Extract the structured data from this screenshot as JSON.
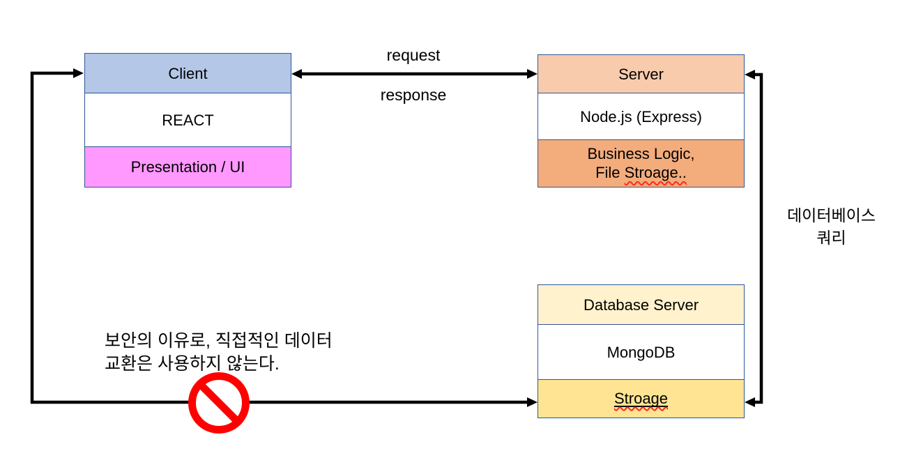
{
  "client": {
    "header": "Client",
    "middle": "REACT",
    "footer": "Presentation / UI"
  },
  "server": {
    "header": "Server",
    "middle": "Node.js (Express)",
    "footer_line1": "Business Logic,",
    "footer_line2_prefix": "File ",
    "footer_line2_word": "Stroage",
    "footer_line2_suffix": ".."
  },
  "database": {
    "header": "Database Server",
    "middle": "MongoDB",
    "footer_word": "Stroage"
  },
  "arrows": {
    "request_label": "request",
    "response_label": "response",
    "db_query_label_line1": "데이터베이스",
    "db_query_label_line2": "쿼리"
  },
  "notes": {
    "security_line1": "보안의 이유로, 직접적인 데이터",
    "security_line2": "교환은 사용하지 않는다."
  },
  "colors": {
    "client_header_fill": "#b4c7e7",
    "client_footer_fill": "#ff99ff",
    "server_header_fill": "#f8cbad",
    "server_footer_fill": "#f3ac7c",
    "database_header_fill": "#fff2cc",
    "database_footer_fill": "#ffe494",
    "box_border": "#2f5597",
    "connector": "#000000",
    "prohibition_sign": "#ff0000",
    "spellcheck_squiggle": "#ff2a1a"
  }
}
